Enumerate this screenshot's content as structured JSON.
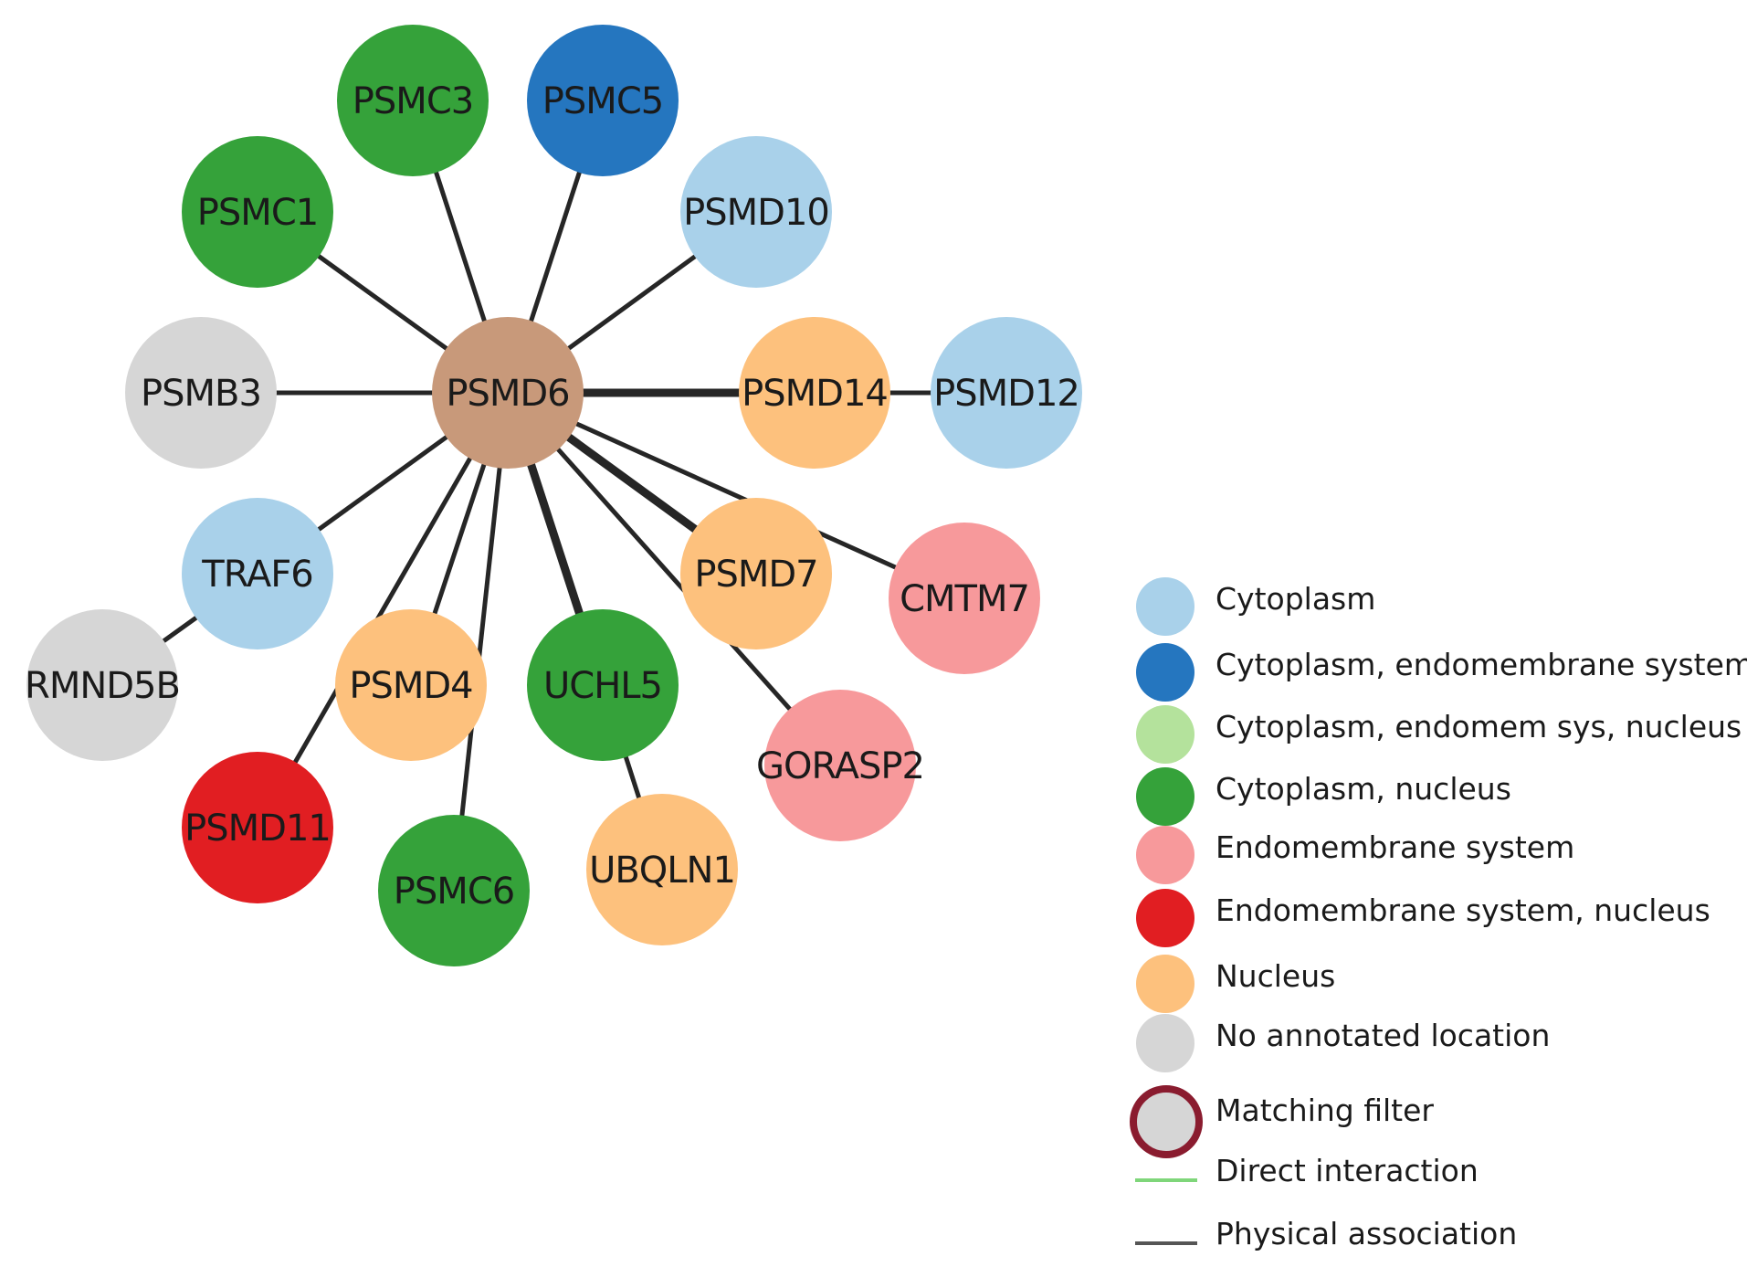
{
  "network": {
    "nodes": [
      {
        "id": "PSMD6",
        "label": "PSMD6",
        "category": "unknown_hub"
      },
      {
        "id": "PSMC3",
        "label": "PSMC3",
        "category": "cyto_nucleus"
      },
      {
        "id": "PSMC5",
        "label": "PSMC5",
        "category": "cyto_endomem"
      },
      {
        "id": "PSMC1",
        "label": "PSMC1",
        "category": "cyto_nucleus"
      },
      {
        "id": "PSMD10",
        "label": "PSMD10",
        "category": "cytoplasm"
      },
      {
        "id": "PSMB3",
        "label": "PSMB3",
        "category": "none"
      },
      {
        "id": "PSMD14",
        "label": "PSMD14",
        "category": "nucleus"
      },
      {
        "id": "PSMD12",
        "label": "PSMD12",
        "category": "cytoplasm"
      },
      {
        "id": "TRAF6",
        "label": "TRAF6",
        "category": "cytoplasm"
      },
      {
        "id": "RMND5B",
        "label": "RMND5B",
        "category": "none"
      },
      {
        "id": "PSMD7",
        "label": "PSMD7",
        "category": "nucleus"
      },
      {
        "id": "CMTM7",
        "label": "CMTM7",
        "category": "endomem"
      },
      {
        "id": "PSMD4",
        "label": "PSMD4",
        "category": "nucleus"
      },
      {
        "id": "UCHL5",
        "label": "UCHL5",
        "category": "cyto_nucleus"
      },
      {
        "id": "GORASP2",
        "label": "GORASP2",
        "category": "endomem"
      },
      {
        "id": "PSMD11",
        "label": "PSMD11",
        "category": "endomem_nucleus"
      },
      {
        "id": "PSMC6",
        "label": "PSMC6",
        "category": "cyto_nucleus"
      },
      {
        "id": "UBQLN1",
        "label": "UBQLN1",
        "category": "nucleus"
      }
    ],
    "edges": [
      {
        "source": "PSMD6",
        "target": "PSMC3",
        "type": "physical",
        "weight": 1
      },
      {
        "source": "PSMD6",
        "target": "PSMC5",
        "type": "physical",
        "weight": 1
      },
      {
        "source": "PSMD6",
        "target": "PSMC1",
        "type": "physical",
        "weight": 1
      },
      {
        "source": "PSMD6",
        "target": "PSMD10",
        "type": "physical",
        "weight": 1
      },
      {
        "source": "PSMD6",
        "target": "PSMB3",
        "type": "physical",
        "weight": 1
      },
      {
        "source": "PSMD6",
        "target": "PSMD14",
        "type": "physical",
        "weight": 2
      },
      {
        "source": "PSMD14",
        "target": "PSMD12",
        "type": "physical",
        "weight": 1
      },
      {
        "source": "PSMD6",
        "target": "TRAF6",
        "type": "physical",
        "weight": 1
      },
      {
        "source": "TRAF6",
        "target": "RMND5B",
        "type": "physical",
        "weight": 1
      },
      {
        "source": "PSMD6",
        "target": "PSMD7",
        "type": "physical",
        "weight": 2
      },
      {
        "source": "PSMD6",
        "target": "CMTM7",
        "type": "physical",
        "weight": 1
      },
      {
        "source": "PSMD6",
        "target": "GORASP2",
        "type": "physical",
        "weight": 1
      },
      {
        "source": "PSMD6",
        "target": "PSMD4",
        "type": "physical",
        "weight": 1
      },
      {
        "source": "PSMD6",
        "target": "PSMD11",
        "type": "physical",
        "weight": 1
      },
      {
        "source": "PSMD6",
        "target": "PSMC6",
        "type": "physical",
        "weight": 1
      },
      {
        "source": "PSMD6",
        "target": "UCHL5",
        "type": "physical",
        "weight": 2
      },
      {
        "source": "UCHL5",
        "target": "UBQLN1",
        "type": "physical",
        "weight": 1
      }
    ]
  },
  "colors": {
    "cytoplasm": "#a9d1ea",
    "cyto_endomem": "#2576bf",
    "cyto_endomem_nucleus": "#b4e29c",
    "cyto_nucleus": "#35a23a",
    "endomem": "#f7999b",
    "endomem_nucleus": "#e11e22",
    "nucleus": "#fdc17d",
    "none": "#d6d6d6",
    "unknown_hub": "#c8997a",
    "filter_ring": "#8a1c2f",
    "direct_line": "#7fd67a",
    "physical_line": "#555555",
    "edge": "#262626"
  },
  "legend": {
    "items": [
      {
        "label": "Cytoplasm",
        "kind": "swatch",
        "color_key": "cytoplasm",
        "icon": "circle-swatch-icon"
      },
      {
        "label": "Cytoplasm, endomembrane system",
        "kind": "swatch",
        "color_key": "cyto_endomem",
        "icon": "circle-swatch-icon"
      },
      {
        "label": "Cytoplasm, endomem sys, nucleus",
        "kind": "swatch",
        "color_key": "cyto_endomem_nucleus",
        "icon": "circle-swatch-icon"
      },
      {
        "label": "Cytoplasm, nucleus",
        "kind": "swatch",
        "color_key": "cyto_nucleus",
        "icon": "circle-swatch-icon"
      },
      {
        "label": "Endomembrane system",
        "kind": "swatch",
        "color_key": "endomem",
        "icon": "circle-swatch-icon"
      },
      {
        "label": "Endomembrane system, nucleus",
        "kind": "swatch",
        "color_key": "endomem_nucleus",
        "icon": "circle-swatch-icon"
      },
      {
        "label": "Nucleus",
        "kind": "swatch",
        "color_key": "nucleus",
        "icon": "circle-swatch-icon"
      },
      {
        "label": "No annotated location",
        "kind": "swatch",
        "color_key": "none",
        "icon": "circle-swatch-icon"
      },
      {
        "label": "Matching filter",
        "kind": "ring",
        "color_key": "filter_ring",
        "icon": "ring-swatch-icon"
      },
      {
        "label": "Direct interaction",
        "kind": "line",
        "color_key": "direct_line",
        "icon": "line-swatch-icon"
      },
      {
        "label": "Physical association",
        "kind": "line",
        "color_key": "physical_line",
        "icon": "line-swatch-icon"
      }
    ]
  }
}
